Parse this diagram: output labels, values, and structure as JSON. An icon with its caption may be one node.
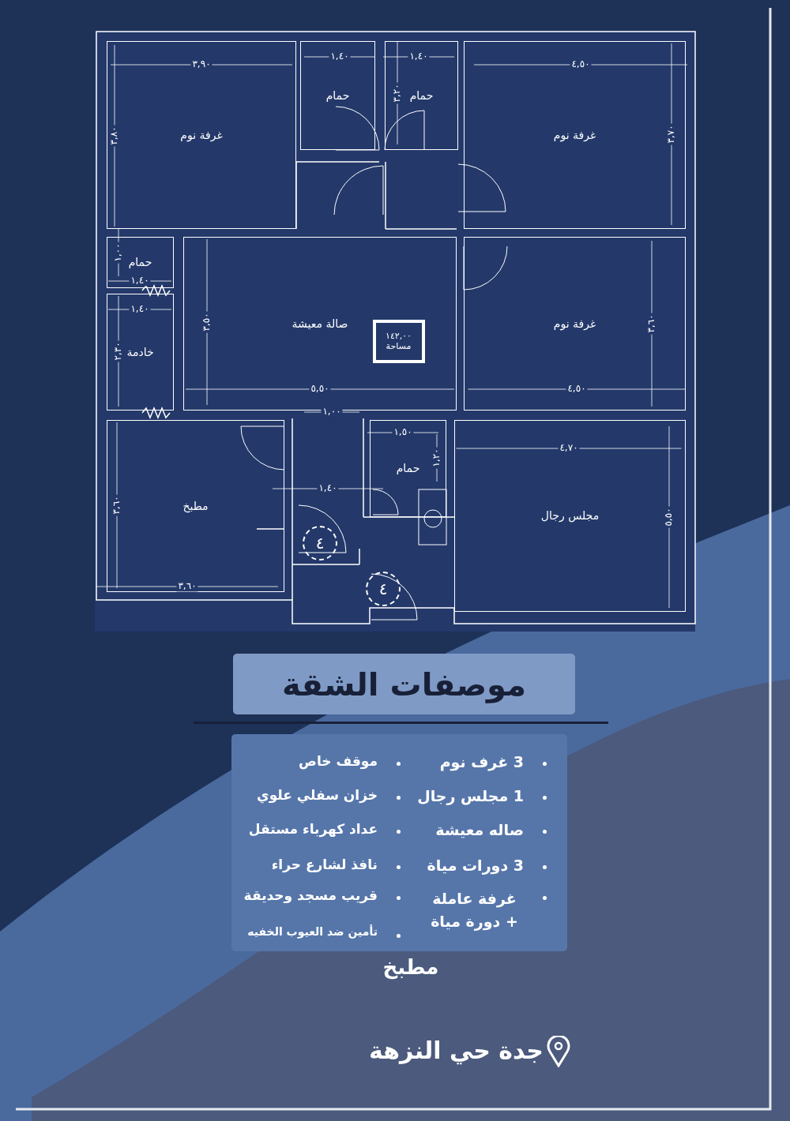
{
  "diagram": {
    "title": "موصفات الشقة",
    "nodes": [
      {
        "text": [
          "غرفة نوم"
        ]
      },
      {
        "text": [
          "حمام"
        ]
      },
      {
        "text": [
          "حمام"
        ]
      },
      {
        "text": [
          "غرفة نوم"
        ]
      },
      {
        "text": [
          "حمام"
        ]
      },
      {
        "text": [
          "خادمة"
        ]
      },
      {
        "text": [
          "صالة معيشة"
        ]
      },
      {
        "text": [
          "١٤٢,٠٠",
          "مساحة"
        ],
        "in": 6
      },
      {
        "text": [
          "غرفة نوم"
        ]
      },
      {
        "text": [
          "مطبخ"
        ]
      },
      {
        "text": [
          "حمام"
        ]
      },
      {
        "text": [
          "مجلس رجال"
        ]
      }
    ],
    "edges": [],
    "labels": [
      "٣,٩٠",
      "١,٤٠",
      "١,٤٠",
      "٤,٥٠",
      "٣,٨٠",
      "٣,٢٠",
      "٣,٧٠",
      "١,٠٠",
      "١,٤٠",
      "١,٤٠",
      "٢,٣٠",
      "٣,٥٠",
      "٥,٥٠",
      "٤,٥٠",
      "٣,٦٠",
      "١,٠٠",
      "١,٥٠",
      "١,٢٠",
      "٤,٧٠",
      "١,٤٠",
      "٣,٦٠",
      "٥,٥٠",
      "٤",
      "٤",
      "٣,٦٠",
      "3 غرف نوم",
      "موقف خاص",
      "1 مجلس رجال",
      "خزان سفلي علوي",
      "صاله معيشة",
      "عداد كهرباء مستقل",
      "3 دورات مياة",
      "نافذ لشارع حراء",
      "غرفة عاملة + دورة مياة",
      "قريب مسجد وحديقة",
      "تأمين ضد العيوب الخفيه",
      "مطبخ",
      "جدة حي النزهة"
    ]
  }
}
